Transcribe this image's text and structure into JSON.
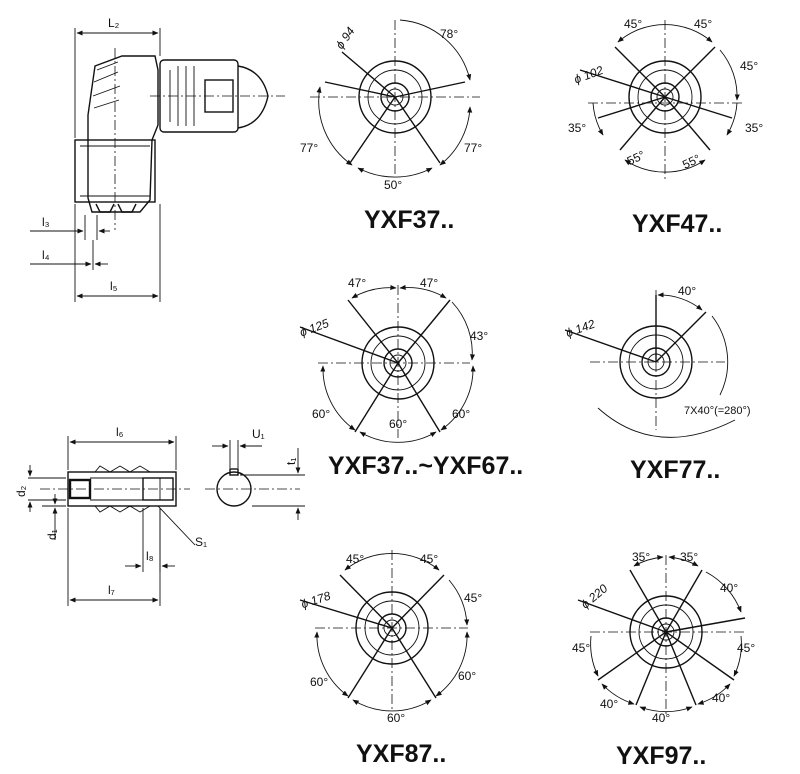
{
  "side_view": {
    "labels": {
      "L2": "L₂",
      "l3": "l₃",
      "l4": "l₄",
      "l5": "l₅"
    }
  },
  "shaft_view": {
    "labels": {
      "l6": "l₆",
      "l7": "l₇",
      "l8": "l₈",
      "d1": "d₁",
      "d2": "d₂",
      "S1": "S₁",
      "U1": "U₁",
      "t1": "t₁"
    }
  },
  "flange_patterns": [
    {
      "model": "YXF37..",
      "diameter": "ϕ 94",
      "angles": [
        "78°",
        "77°",
        "77°",
        "50°"
      ]
    },
    {
      "model": "YXF47..",
      "diameter": "ϕ 102",
      "angles": [
        "45°",
        "45°",
        "45°",
        "35°",
        "35°",
        "55°",
        "55°"
      ]
    },
    {
      "model": "YXF37..~YXF67..",
      "diameter": "ϕ 125",
      "angles": [
        "47°",
        "47°",
        "43°",
        "60°",
        "60°",
        "60°"
      ]
    },
    {
      "model": "YXF77..",
      "diameter": "ϕ 142",
      "angles": [
        "40°",
        "7X40°(=280°)"
      ]
    },
    {
      "model": "YXF87..",
      "diameter": "ϕ 178",
      "angles": [
        "45°",
        "45°",
        "45°",
        "60°",
        "60°",
        "60°"
      ]
    },
    {
      "model": "YXF97..",
      "diameter": "ϕ 220",
      "angles": [
        "35°",
        "35°",
        "40°",
        "45°",
        "45°",
        "40°",
        "40°",
        "40°"
      ]
    }
  ]
}
